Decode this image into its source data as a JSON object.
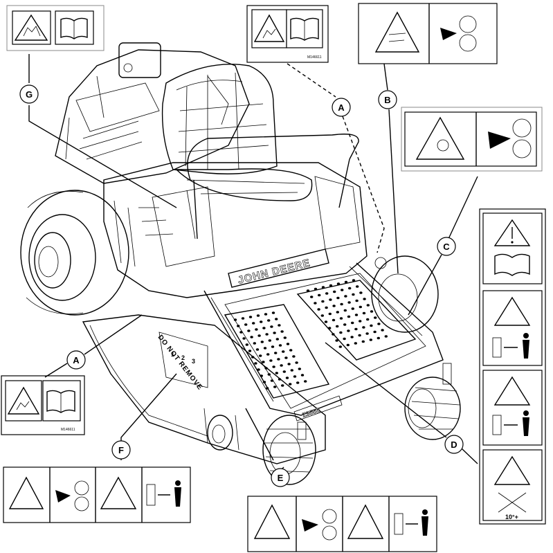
{
  "callouts": {
    "A_top": "A",
    "A_left": "A",
    "B": "B",
    "C": "C",
    "D": "D",
    "E": "E",
    "F": "F",
    "G": "G"
  },
  "decals": {
    "part_number_a": "M146611",
    "warning_sign_icon": "warning-triangle-icon",
    "manual_icon": "operator-manual-icon"
  },
  "mower": {
    "brand_text": "JOHN DEERE",
    "deck_warning_text": "DO NOT REMOVE",
    "model_badge": "Z355E",
    "slope_angle": "10°+",
    "gauge_marks": [
      "1",
      "2",
      "3"
    ]
  },
  "colors": {
    "line": "#000000",
    "background": "#ffffff",
    "panel_border": "#888888"
  }
}
